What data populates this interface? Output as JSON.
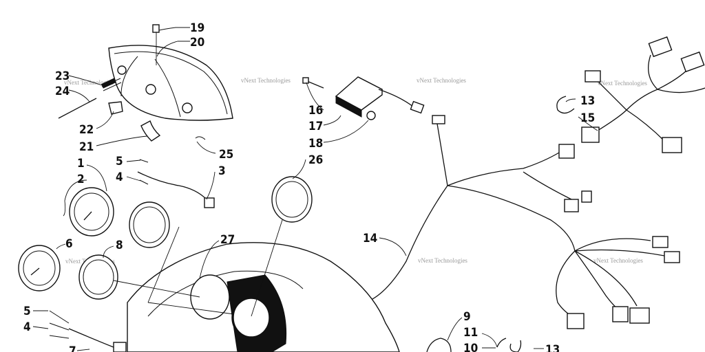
{
  "watermark": "vNext Technologies",
  "callouts": [
    "19",
    "20",
    "23",
    "24",
    "22",
    "21",
    "25",
    "16",
    "17",
    "18",
    "26",
    "13",
    "15",
    "1",
    "2",
    "5",
    "4",
    "3",
    "6",
    "8",
    "27",
    "14",
    "9",
    "11",
    "10",
    "13",
    "5",
    "4",
    "7"
  ]
}
